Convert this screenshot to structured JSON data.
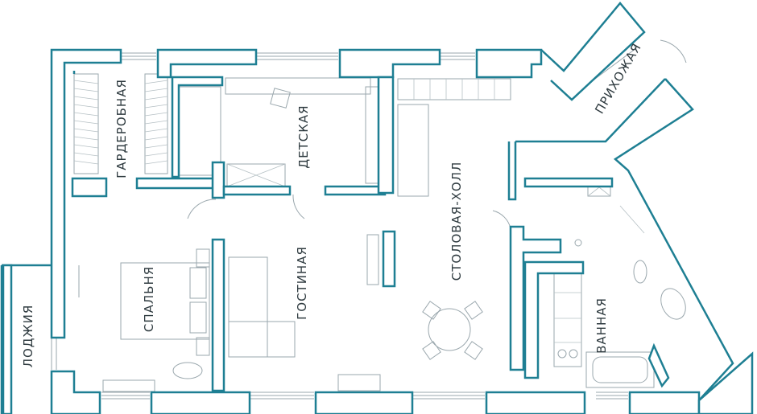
{
  "rooms": {
    "wardrobe": "ГАРДЕРОБНАЯ",
    "nursery": "ДЕТСКАЯ",
    "dining_hall": "СТОЛОВАЯ-ХОЛЛ",
    "entrance": "ПРИХОЖАЯ",
    "bedroom": "СПАЛЬНЯ",
    "living": "ГОСТИНАЯ",
    "bathroom": "ВАННАЯ",
    "loggia": "ЛОДЖИЯ"
  },
  "colors": {
    "wall": "#1e7f93",
    "furniture": "#9aa7ad",
    "text": "#2e3a3f"
  }
}
